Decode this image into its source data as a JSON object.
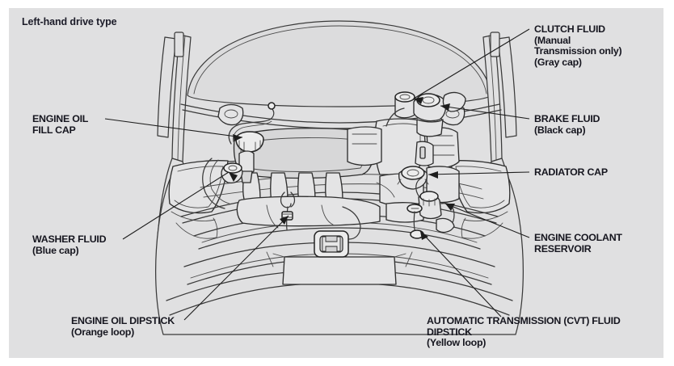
{
  "figure": {
    "title": "Left-hand drive type",
    "subject": "engine-compartment-fluid-locations",
    "panel_background": "#e0e0e1",
    "page_background": "#ffffff",
    "line_color": "#3a3a3a",
    "text_color": "#16161f"
  },
  "callouts": {
    "clutch_fluid": {
      "line1": "CLUTCH FLUID",
      "line2": "(Manual",
      "line3": "Transmission only)",
      "line4": "(Gray cap)"
    },
    "brake_fluid": {
      "line1": "BRAKE FLUID",
      "line2": "(Black cap)"
    },
    "radiator_cap": {
      "line1": "RADIATOR CAP"
    },
    "engine_coolant_reservoir": {
      "line1": "ENGINE COOLANT",
      "line2": "RESERVOIR"
    },
    "engine_oil_fill_cap": {
      "line1": "ENGINE OIL",
      "line2": "FILL CAP"
    },
    "washer_fluid": {
      "line1": "WASHER FLUID",
      "line2": "(Blue cap)"
    },
    "engine_oil_dipstick": {
      "line1": "ENGINE OIL DIPSTICK",
      "line2": "(Orange loop)"
    },
    "automatic_transmission_fluid_dipstick": {
      "line1": "AUTOMATIC TRANSMISSION (CVT) FLUID",
      "line2": "DIPSTICK",
      "line3": "(Yellow loop)"
    }
  },
  "vehicle": {
    "badge": "honda-h-emblem"
  }
}
